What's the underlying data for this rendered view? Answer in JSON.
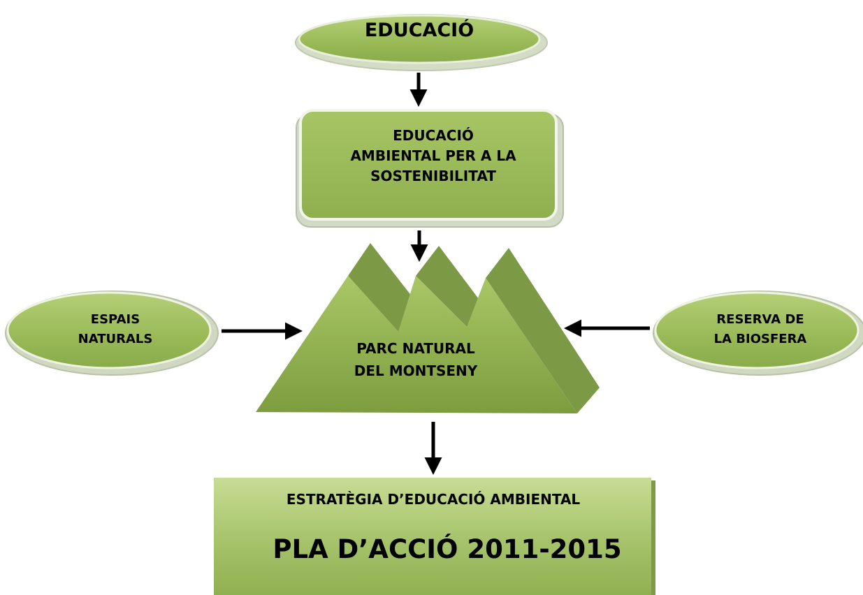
{
  "nodes": {
    "educacio": {
      "text": "EDUCACIÓ"
    },
    "educacio_ambiental": {
      "lines": [
        "EDUCACIÓ",
        "AMBIENTAL PER A LA",
        "SOSTENIBILITAT"
      ]
    },
    "espais_naturals": {
      "lines": [
        "ESPAIS",
        "NATURALS"
      ]
    },
    "reserva_biosfera": {
      "lines": [
        "RESERVA DE",
        "LA BIOSFERA"
      ]
    },
    "parc_natural": {
      "lines": [
        "PARC NATURAL",
        "DEL MONTSENY"
      ]
    },
    "estrategia": {
      "title": "ESTRATÈGIA D’EDUCACIÓ AMBIENTAL",
      "subtitle": "PLA D’ACCIÓ 2011-2015"
    }
  },
  "colors": {
    "green_light": "#c3d88a",
    "green_mid": "#9bbb59",
    "green_dark": "#789a3c",
    "green_shadow": "#7e9948",
    "arrow": "#000000"
  }
}
